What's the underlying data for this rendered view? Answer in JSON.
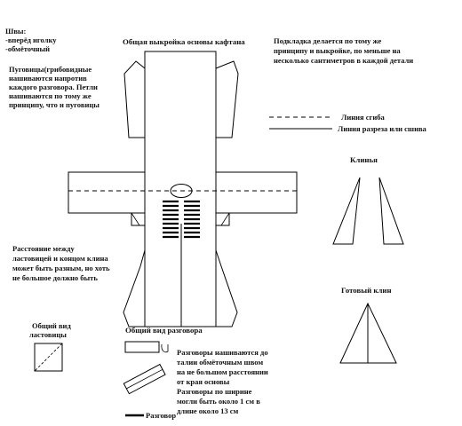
{
  "seams_note": [
    "Швы:",
    "-вперёд иголку",
    "-обмёточный"
  ],
  "buttons_note": [
    "Пуговицы(грибовидные",
    "нашиваются напротив",
    "каждого разговора. Петли",
    "нашиваются по тому же",
    "принципу, что и пуговицы"
  ],
  "pattern_title": "Общая выкройка основы кафтана",
  "lining_note": [
    "Подкладка делается по тому же",
    "принципу и выкройке, по меньше на",
    "несколько сантиметров в каждой детали"
  ],
  "legend": {
    "fold_line": "Линия сгиба",
    "cut_line": "Линия разреза или сшива"
  },
  "wedge_title": "Клинья",
  "distance_note": [
    "Расстояние между",
    "ластовицей и концом клина",
    "может быть разным, но хоть",
    "не большое должно быть"
  ],
  "finished_wedge_title": "Готовый клин",
  "gusset_title": [
    "Общий вид",
    "ластовицы"
  ],
  "frog_title": "Общий вид разговора",
  "frog_note": [
    "Разговоры нашиваются до",
    "талии обмёточным швом",
    "на не большом расстоянии",
    "от края основы",
    "Разговоры по ширине",
    "могли быть около 1 см в",
    "длине около 13 см"
  ],
  "frog_legend": "Разговор"
}
